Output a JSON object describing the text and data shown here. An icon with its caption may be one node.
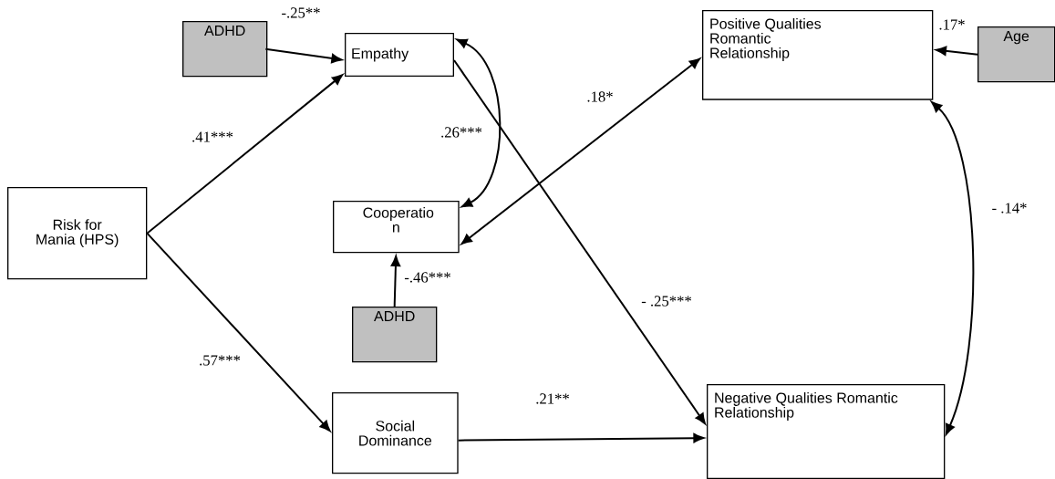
{
  "diagram": {
    "nodes": [
      {
        "text": [
          "Risk for Mania (HPS)"
        ]
      },
      {
        "text": [
          "ADHD"
        ]
      },
      {
        "text": [
          "Empathy"
        ]
      },
      {
        "text": [
          "Positive Qualities Romantic Relationship"
        ]
      },
      {
        "text": [
          "Age"
        ]
      },
      {
        "text": [
          "Cooperatio n"
        ]
      },
      {
        "text": [
          "ADHD"
        ]
      },
      {
        "text": [
          "Social Dominance"
        ]
      },
      {
        "text": [
          "Negative Qualities Romantic Relationship"
        ]
      }
    ],
    "edges": [
      {
        "from": 1,
        "to": 2,
        "arrow": "to",
        "label": "-.25**"
      },
      {
        "from": 0,
        "to": 2,
        "arrow": "to",
        "label": ".41***"
      },
      {
        "from": 2,
        "to": 5,
        "arrow": "both",
        "label": ".26***"
      },
      {
        "from": 5,
        "to": 3,
        "arrow": "both",
        "label": ".18*"
      },
      {
        "from": 4,
        "to": 3,
        "arrow": "to",
        "label": ".17*"
      },
      {
        "from": 3,
        "to": 8,
        "arrow": "both",
        "label": "- .14*"
      },
      {
        "from": 2,
        "to": 8,
        "arrow": "to",
        "label": "- .25***"
      },
      {
        "from": 6,
        "to": 5,
        "arrow": "to",
        "label": "-.46***"
      },
      {
        "from": 0,
        "to": 7,
        "arrow": "to",
        "label": ".57***"
      },
      {
        "from": 7,
        "to": 8,
        "arrow": "to",
        "label": ".21**"
      }
    ]
  }
}
